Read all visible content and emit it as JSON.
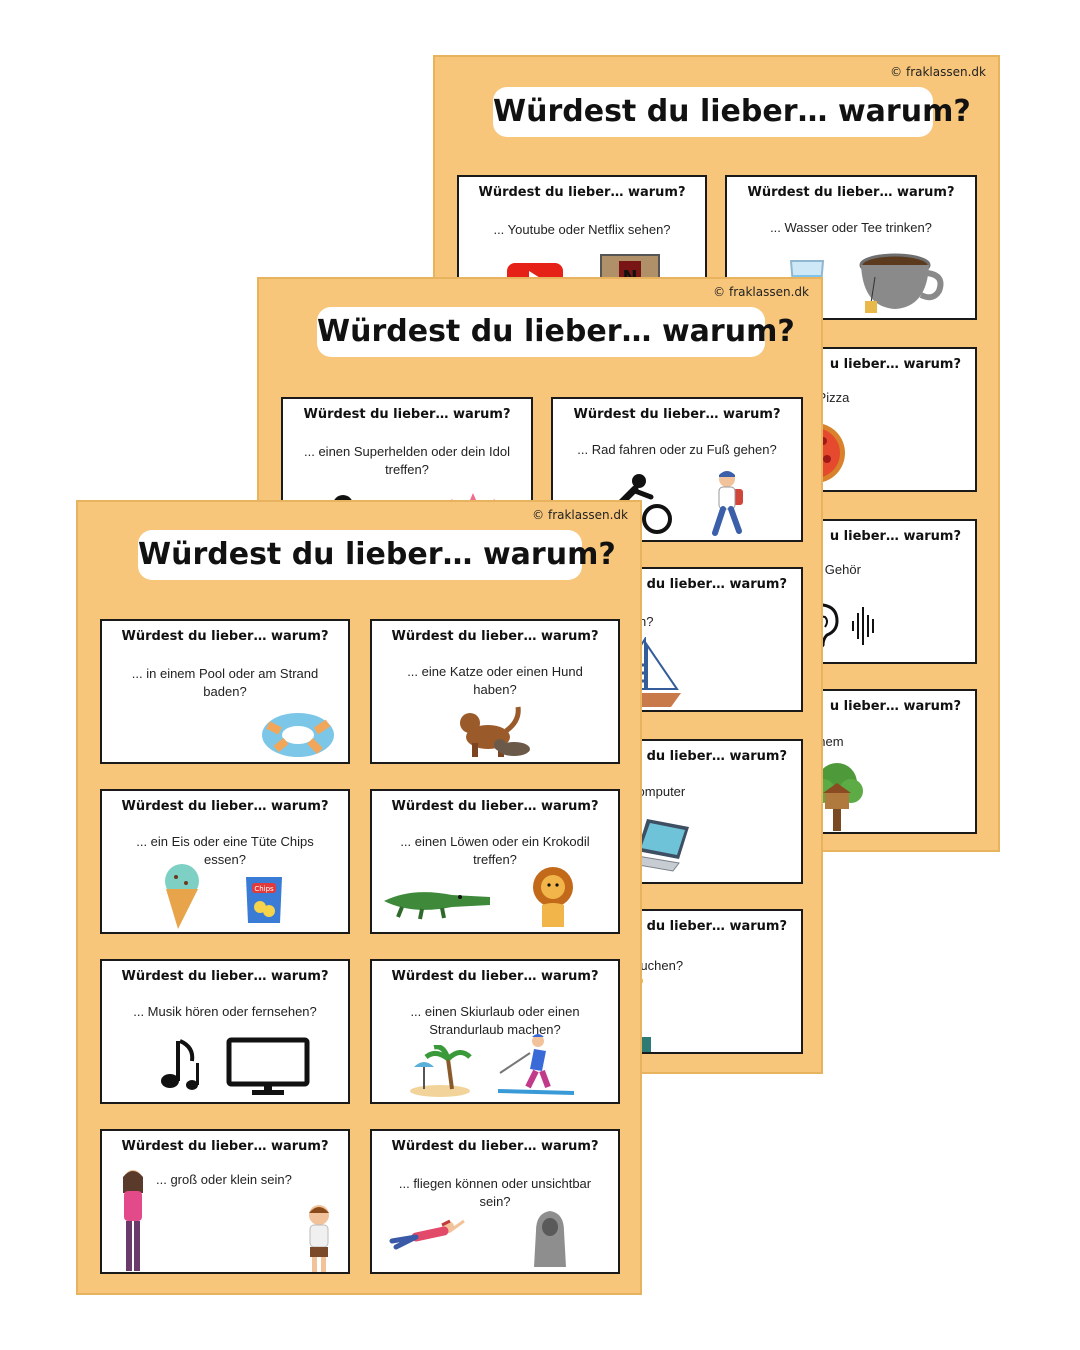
{
  "copyright": "© fraklassen.dk",
  "banner": "Würdest du lieber… warum?",
  "card_title": "Würdest du lieber… warum?",
  "back_sheet": {
    "cards": [
      {
        "question": "... Youtube oder Netflix sehen?"
      },
      {
        "question": "... Wasser oder Tee trinken?"
      },
      {
        "title_fragment": "u lieber… warum?",
        "question": "rger oder eine Pizza\n essen?"
      },
      {
        "title_fragment": "u lieber… warum?",
        "question": "nlicht oder dein Gehör\nverlieren?"
      },
      {
        "title_fragment": "u lieber… warum?",
        "question": "ı Iglu oder in einem\nmhaus leben?"
      }
    ]
  },
  "middle_sheet": {
    "cards": [
      {
        "question": "... einen Superhelden oder dein Idol treffen?"
      },
      {
        "question": "... Rad fahren oder zu Fuß gehen?"
      },
      {
        "title_fragment": "du lieber… warum?",
        "question": "gen oder segeln?"
      },
      {
        "title_fragment": "du lieber… warum?",
        "question": "y oder einen Computer\n haben?"
      },
      {
        "title_fragment": "du lieber… warum?",
        "question": "r New York besuchen?"
      }
    ]
  },
  "front_sheet": {
    "cards": [
      {
        "question": "... in einem Pool oder am Strand baden?",
        "icons": [
          "swim-ring-icon"
        ]
      },
      {
        "question": "... eine Katze oder einen Hund haben?",
        "icons": [
          "cat-dog-icon"
        ]
      },
      {
        "question": "... ein Eis oder eine Tüte Chips essen?",
        "icons": [
          "ice-cream-icon",
          "chips-bag-icon"
        ],
        "chips_label": "Chips"
      },
      {
        "question": "... einen Löwen oder ein Krokodil treffen?",
        "icons": [
          "crocodile-icon",
          "lion-icon"
        ]
      },
      {
        "question": "... Musik hören oder fernsehen?",
        "icons": [
          "music-note-icon",
          "tv-icon"
        ]
      },
      {
        "question": "... einen Skiurlaub oder einen Strandurlaub machen?",
        "icons": [
          "beach-icon",
          "skier-icon"
        ]
      },
      {
        "question": "... groß oder klein sein?",
        "icons": [
          "tall-girl-icon",
          "small-boy-icon"
        ]
      },
      {
        "question": "... fliegen können oder unsichtbar sein?",
        "icons": [
          "flying-person-icon",
          "ghost-cloak-icon"
        ]
      }
    ]
  },
  "colors": {
    "sheet": "#f8c67a",
    "card_border": "#1a1a1a",
    "banner": "#ffffff"
  }
}
